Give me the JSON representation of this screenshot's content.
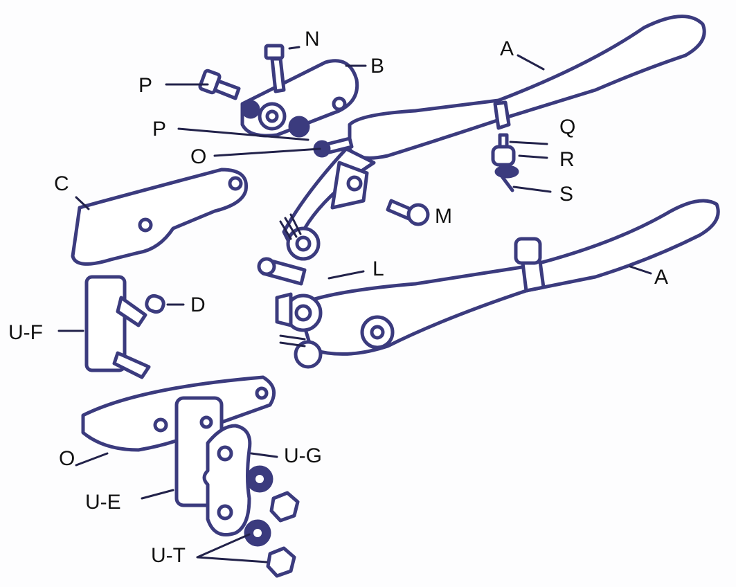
{
  "diagram": {
    "type": "exploded parts diagram",
    "labels": {
      "N": "N",
      "B": "B",
      "P_top": "P",
      "A_top": "A",
      "P_mid": "P",
      "Q": "Q",
      "O_top": "O",
      "R": "R",
      "C": "C",
      "S": "S",
      "M": "M",
      "L": "L",
      "A_bottom": "A",
      "D": "D",
      "UF": "U-F",
      "UG": "U-G",
      "O_bottom": "O",
      "UE": "U-E",
      "UT": "U-T"
    },
    "colors": {
      "line": "#3b3b7e",
      "label": "#111111"
    }
  }
}
